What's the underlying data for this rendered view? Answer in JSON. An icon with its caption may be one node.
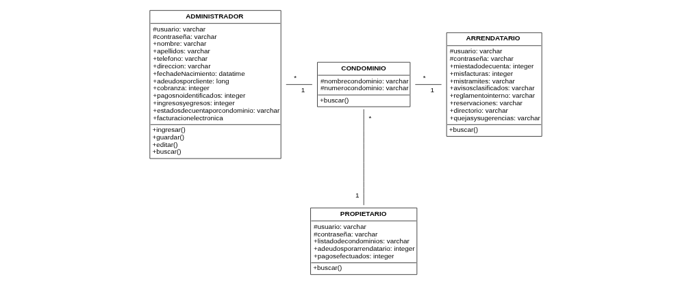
{
  "diagram": {
    "nodes": [
      {
        "text": [
          "ADMINISTRADOR",
          "#usuario: varchar",
          "#contraseña: varchar",
          "+nombre: varchar",
          "+apellidos: varchar",
          "+telefono: varchar",
          "+direccion: varchar",
          "+fechadeNacimiento: datatime",
          "+adeudosporcliente: long",
          "+cobranza: integer",
          "+pagosnoidentificados: integer",
          "+ingresosyegresos: integer",
          "+estadosdecuentaporcondominio: varchar",
          "+facturacionelectronica",
          "+ingresar()",
          "+guardar()",
          "+editar()",
          "+buscar()"
        ]
      },
      {
        "text": [
          "CONDOMINIO",
          "#nombrecondominio: varchar",
          "#numerocondominio: varchar",
          "+buscar()"
        ]
      },
      {
        "text": [
          "ARRENDATARIO",
          "#usuario: varchar",
          "#contraseña: varchar",
          "+miestadodecuenta: integer",
          "+misfacturas: integer",
          "+mistramites: varchar",
          "+avisosclasificados: varchar",
          "+reglamentointerno: varchar",
          "+reservaciones: varchar",
          "+directorio: varchar",
          "+quejasysugerencias: varchar",
          "+buscar()"
        ]
      },
      {
        "text": [
          "PROPIETARIO",
          "#usuario: varchar",
          "#contraseña: varchar",
          "+listadodecondominios: varchar",
          "+adeudosporarrendatario: integer",
          "+pagosefectuados: integer",
          "+buscar()"
        ]
      }
    ],
    "edges": [
      {
        "from": 0,
        "to": 1,
        "arrow": "none"
      },
      {
        "from": 1,
        "to": 2,
        "arrow": "none"
      },
      {
        "from": 1,
        "to": 3,
        "arrow": "none"
      }
    ],
    "labels": [
      "*",
      "1",
      "*",
      "1",
      "*",
      "1"
    ]
  }
}
